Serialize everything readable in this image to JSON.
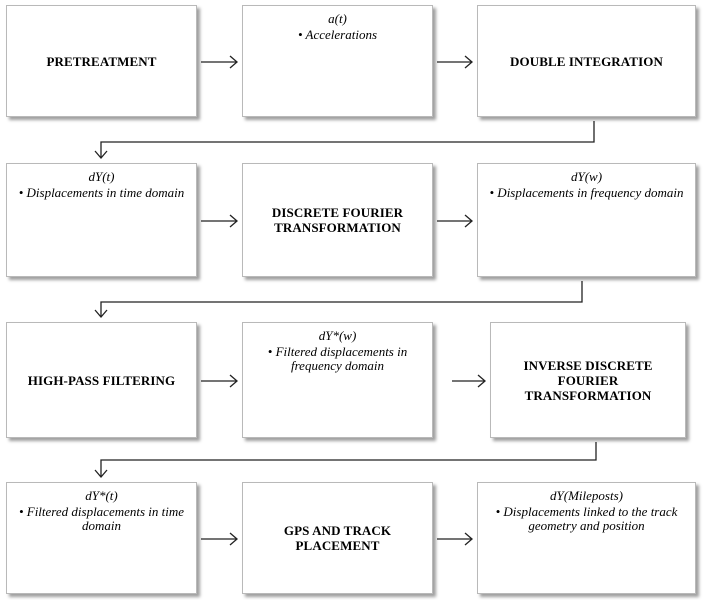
{
  "rows": [
    [
      {
        "kind": "title",
        "text": "PRETREATMENT"
      },
      {
        "kind": "info",
        "head": "a(t)",
        "bullet": "• Accelerations"
      },
      {
        "kind": "title",
        "text": "DOUBLE INTEGRATION"
      }
    ],
    [
      {
        "kind": "info",
        "head": "dY(t)",
        "bullet": "• Displacements in time domain"
      },
      {
        "kind": "title",
        "text": "DISCRETE FOURIER TRANSFORMATION"
      },
      {
        "kind": "info",
        "head": "dY(w)",
        "bullet": "• Displacements in frequency domain"
      }
    ],
    [
      {
        "kind": "title",
        "text": "HIGH-PASS FILTERING"
      },
      {
        "kind": "info",
        "head": "dY*(w)",
        "bullet": "• Filtered displacements in frequency domain"
      },
      {
        "kind": "title",
        "text": "INVERSE DISCRETE FOURIER TRANSFORMATION"
      }
    ],
    [
      {
        "kind": "info",
        "head": "dY*(t)",
        "bullet": "• Filtered displacements in time domain"
      },
      {
        "kind": "title",
        "text": "GPS AND TRACK PLACEMENT"
      },
      {
        "kind": "info",
        "head": "dY(Mileposts)",
        "bullet": "• Displacements linked to the track geometry and position"
      }
    ]
  ]
}
